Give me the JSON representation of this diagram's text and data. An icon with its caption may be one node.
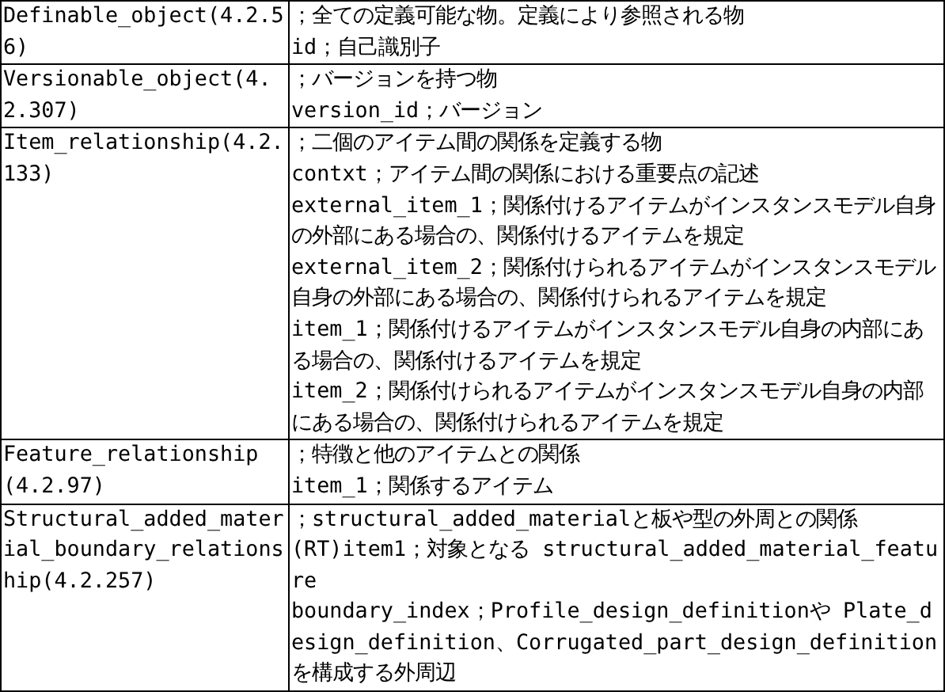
{
  "diagram": {
    "labels": [
      "Definable_object(4.2.56)",
      "；全ての定義可能な物。定義により参照される物",
      "id；自己識別子",
      "Versionable_object(4.2.307)",
      "；バージョンを持つ物",
      "version_id；バージョン",
      "Item_relationship(4.2.133)",
      "；二個のアイテム間の関係を定義する物",
      "contxt；アイテム間の関係における重要点の記述",
      "external_item_1；関係付けるアイテムがインスタンスモデル自身の外部にある場合の、関係付けるアイテムを規定",
      "external_item_2；関係付けられるアイテムがインスタンスモデル自身の外部にある場合の、関係付けられるアイテムを規定",
      "item_1；関係付けるアイテムがインスタンスモデル自身の内部にある場合の、関係付けるアイテムを規定",
      "item_2；関係付けられるアイテムがインスタンスモデル自身の内部にある場合の、関係付けられるアイテムを規定",
      "Feature_relationship(4.2.97)",
      "；特徴と他のアイテムとの関係",
      "item_1；関係するアイテム",
      "Structural_added_material_boundary_relationship(4.2.257)",
      "；structural_added_materialと板や型の外周との関係",
      "(RT)item1；対象となる structural_added_material_feature",
      "boundary_index；Profile_design_definitionや Plate_design_definition、Corrugated_part_design_definitionを構成する外周辺"
    ]
  }
}
